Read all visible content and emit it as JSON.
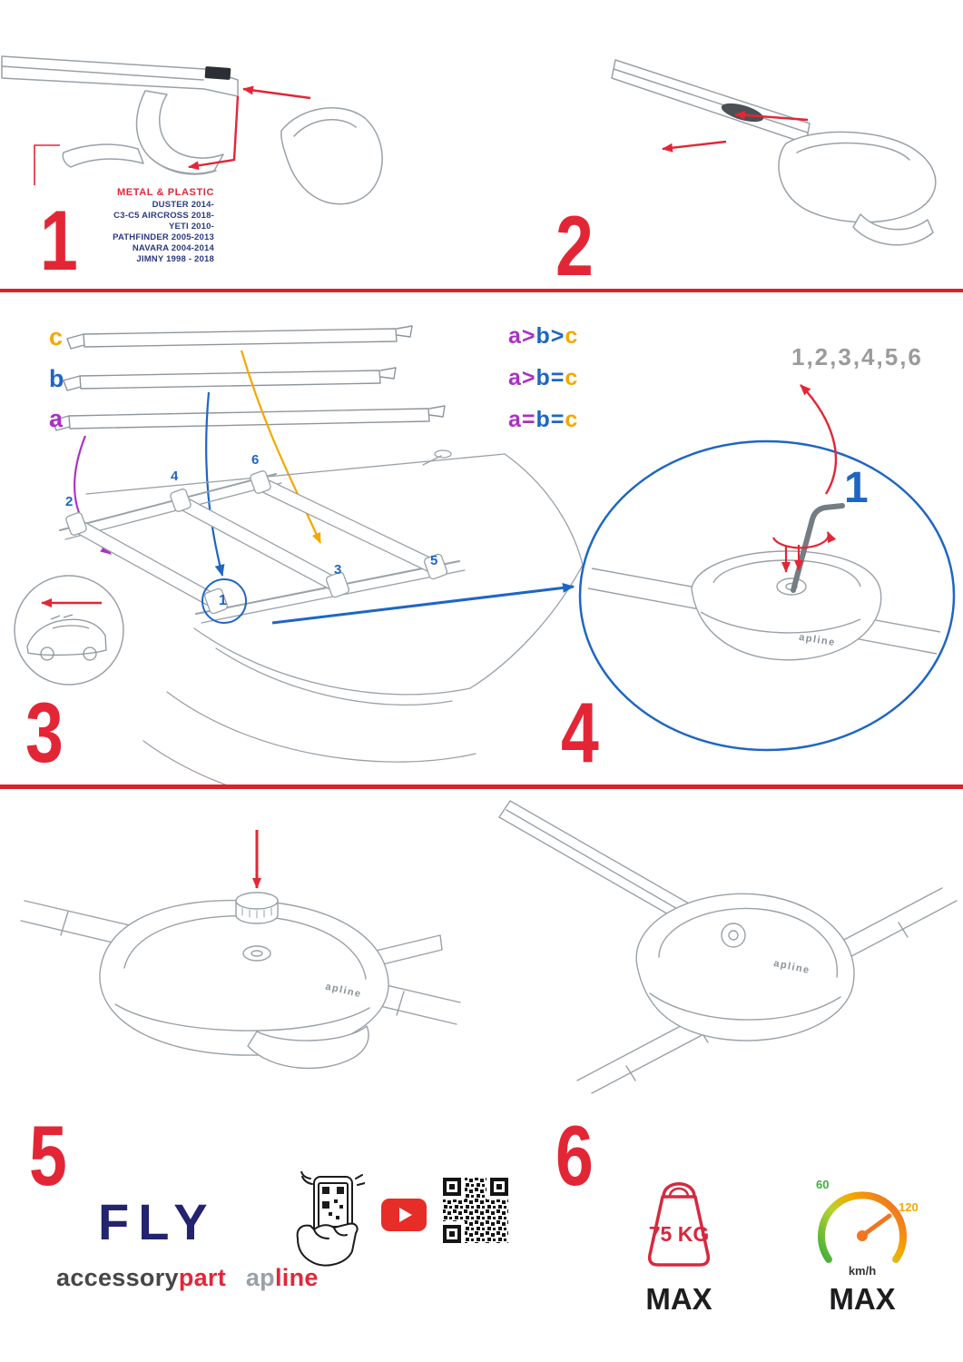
{
  "brand_mark": "apline",
  "step1": {
    "number": "1",
    "material": "METAL & PLASTIC",
    "models": [
      "DUSTER 2014-",
      "C3-C5 AIRCROSS 2018-",
      "YETI 2010-",
      "PATHFINDER 2005-2013",
      "NAVARA 2004-2014",
      "JIMNY 1998 - 2018"
    ]
  },
  "step2": {
    "number": "2"
  },
  "step3": {
    "number": "3",
    "bar_labels": {
      "a": "a",
      "b": "b",
      "c": "c"
    },
    "relations": [
      {
        "a": "a",
        "op1": ">",
        "b": "b",
        "op2": ">",
        "c": "c"
      },
      {
        "a": "a",
        "op1": ">",
        "b": "b",
        "op2": "=",
        "c": "c"
      },
      {
        "a": "a",
        "op1": "=",
        "b": "b",
        "op2": "=",
        "c": "c"
      }
    ],
    "positions": {
      "p1": "1",
      "p2": "2",
      "p3": "3",
      "p4": "4",
      "p5": "5",
      "p6": "6"
    }
  },
  "step4": {
    "number": "4",
    "sequence": "1,2,3,4,5,6",
    "first_step": "1"
  },
  "step5": {
    "number": "5"
  },
  "step6": {
    "number": "6"
  },
  "footer": {
    "logo_fly": "FLY",
    "brand_accessory": "accessory",
    "brand_part": "part",
    "brand_ap": "ap",
    "brand_line": "line",
    "weight_value": "75 KG",
    "weight_max": "MAX",
    "speed_low": "60",
    "speed_high": "120",
    "speed_unit": "km/h",
    "speed_max": "MAX"
  },
  "colors": {
    "red": "#e32636",
    "blue": "#1e66c4",
    "purple": "#ab2fc6",
    "orange": "#f5a800",
    "navy": "#2b3a80"
  }
}
